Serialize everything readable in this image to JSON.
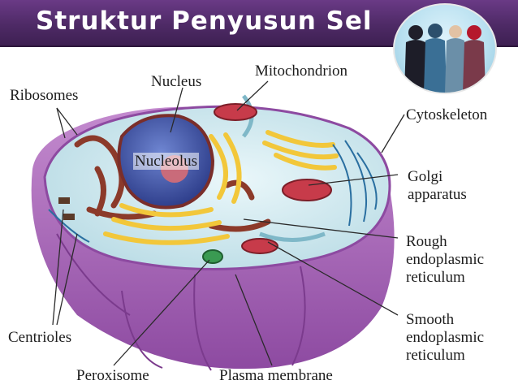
{
  "title": "Struktur Penyusun Sel",
  "photo": {
    "icon": "group-photo-icon"
  },
  "labels": {
    "ribosomes": "Ribosomes",
    "nucleus": "Nucleus",
    "mitochondrion": "Mitochondrion",
    "cytoskeleton": "Cytoskeleton",
    "nucleolus": "Nucleolus",
    "golgi": [
      "Golgi",
      "apparatus"
    ],
    "rough_er": [
      "Rough",
      "endoplasmic",
      "reticulum"
    ],
    "smooth_er": [
      "Smooth",
      "endoplasmic",
      "reticulum"
    ],
    "centrioles": "Centrioles",
    "peroxisome": "Peroxisome",
    "plasma_membrane": "Plasma membrane"
  },
  "colors": {
    "title_bg": "#4e2a66",
    "membrane": "#a764b5",
    "cytoplasm": "#d9eef3",
    "nucleus": "#4a5fb0",
    "golgi": "#f2c73a",
    "rough_er": "#8c3a2a",
    "mitochondrion": "#c73b4a"
  }
}
